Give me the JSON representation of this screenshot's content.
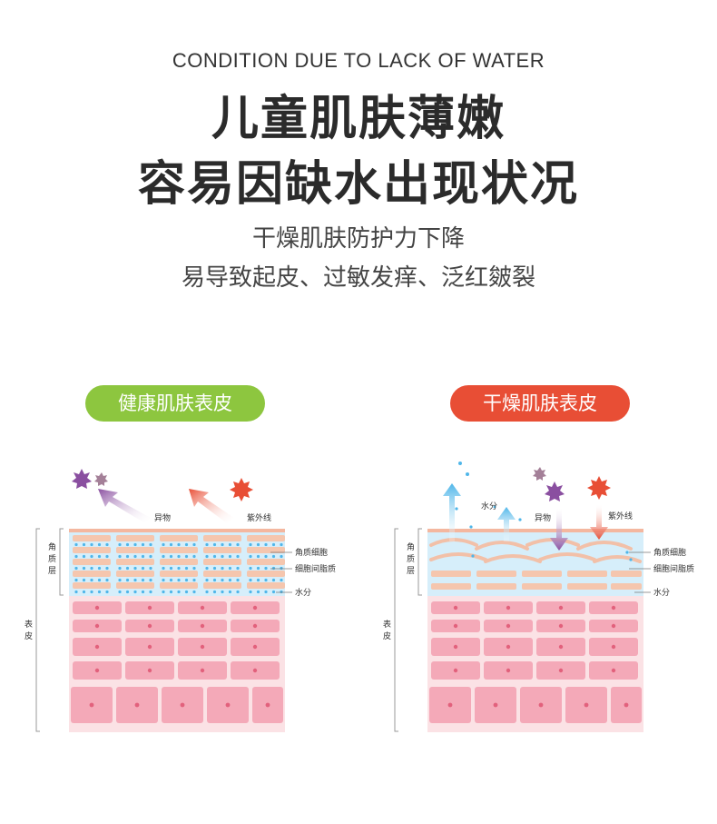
{
  "header": {
    "subtitle_en": "CONDITION DUE TO LACK OF WATER",
    "title_line1": "儿童肌肤薄嫩",
    "title_line2": "容易因缺水出现状况",
    "desc_line1": "干燥肌肤防护力下降",
    "desc_line2": "易导致起皮、过敏发痒、泛红皴裂"
  },
  "healthy": {
    "badge": "健康肌肤表皮",
    "label_foreign": "异物",
    "label_uv": "紫外线",
    "label_corneocyte": "角质细胞",
    "label_lipid": "细胞间脂质",
    "label_water": "水分",
    "label_stratum": "角质层",
    "label_epidermis": "表皮"
  },
  "dry": {
    "badge": "干燥肌肤表皮",
    "label_water_top": "水分",
    "label_foreign": "异物",
    "label_uv": "紫外线",
    "label_corneocyte": "角质细胞",
    "label_lipid": "细胞间脂质",
    "label_water": "水分",
    "label_stratum": "角质层",
    "label_epidermis": "表皮"
  },
  "colors": {
    "healthy_badge": "#8dc63f",
    "dry_badge": "#e84e35",
    "stratum_blue": "#d6eefa",
    "corneocyte": "#f5c6ae",
    "cell_pink": "#f4a9b8",
    "water_dot": "#4fb6e9",
    "foreign_purple": "#8a4fa0",
    "uv_orange": "#e84e35"
  }
}
